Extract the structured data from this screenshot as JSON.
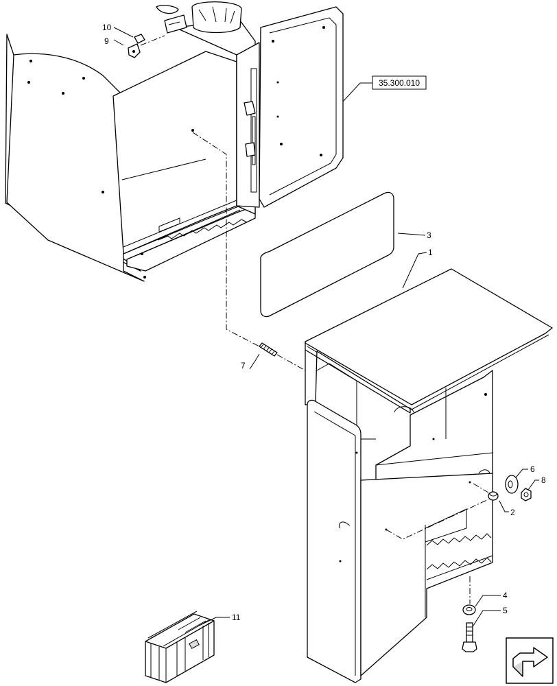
{
  "callouts": [
    {
      "id": "c1",
      "label": "1"
    },
    {
      "id": "c2",
      "label": "2"
    },
    {
      "id": "c3",
      "label": "3"
    },
    {
      "id": "c4",
      "label": "4"
    },
    {
      "id": "c5",
      "label": "5"
    },
    {
      "id": "c6",
      "label": "6"
    },
    {
      "id": "c7",
      "label": "7"
    },
    {
      "id": "c8",
      "label": "8"
    },
    {
      "id": "c9",
      "label": "9"
    },
    {
      "id": "c10",
      "label": "10"
    },
    {
      "id": "c11",
      "label": "11"
    }
  ],
  "reference": {
    "label": "35.300.010"
  },
  "nav_icon": {
    "name": "next-page-arrow-icon"
  }
}
